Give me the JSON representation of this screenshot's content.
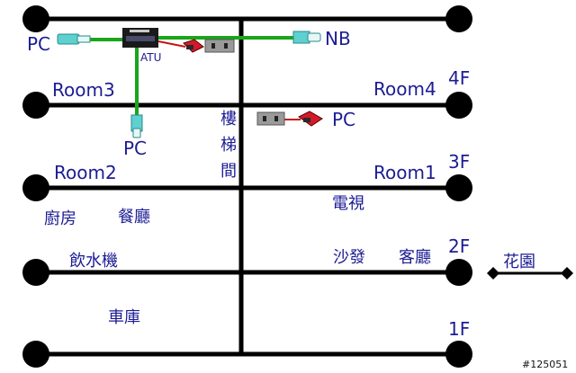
{
  "labels": {
    "pc_top": "PC",
    "nb": "NB",
    "atu": "ATU",
    "room3": "Room3",
    "room4": "Room4",
    "floor_4f": "4F",
    "stairs_1": "樓",
    "stairs_2": "梯",
    "stairs_3": "間",
    "pc_mid_right": "PC",
    "pc_mid_left": "PC",
    "room2": "Room2",
    "room1": "Room1",
    "floor_3f": "3F",
    "kitchen": "廚房",
    "dining": "餐廳",
    "tv": "電視",
    "water_dispenser": "飲水機",
    "sofa": "沙發",
    "living_room": "客廳",
    "floor_2f": "2F",
    "garden": "花園",
    "garage": "車庫",
    "floor_1f": "1F",
    "image_id": "#125051"
  },
  "colors": {
    "line": "#000000",
    "text": "#1c1c94",
    "cable_green": "#1aa51a",
    "cable_red": "#cc1111",
    "plug_cyan": "#5fd0d0",
    "outlet_gray": "#9a9a9a",
    "adapter_red": "#d41a2a"
  }
}
